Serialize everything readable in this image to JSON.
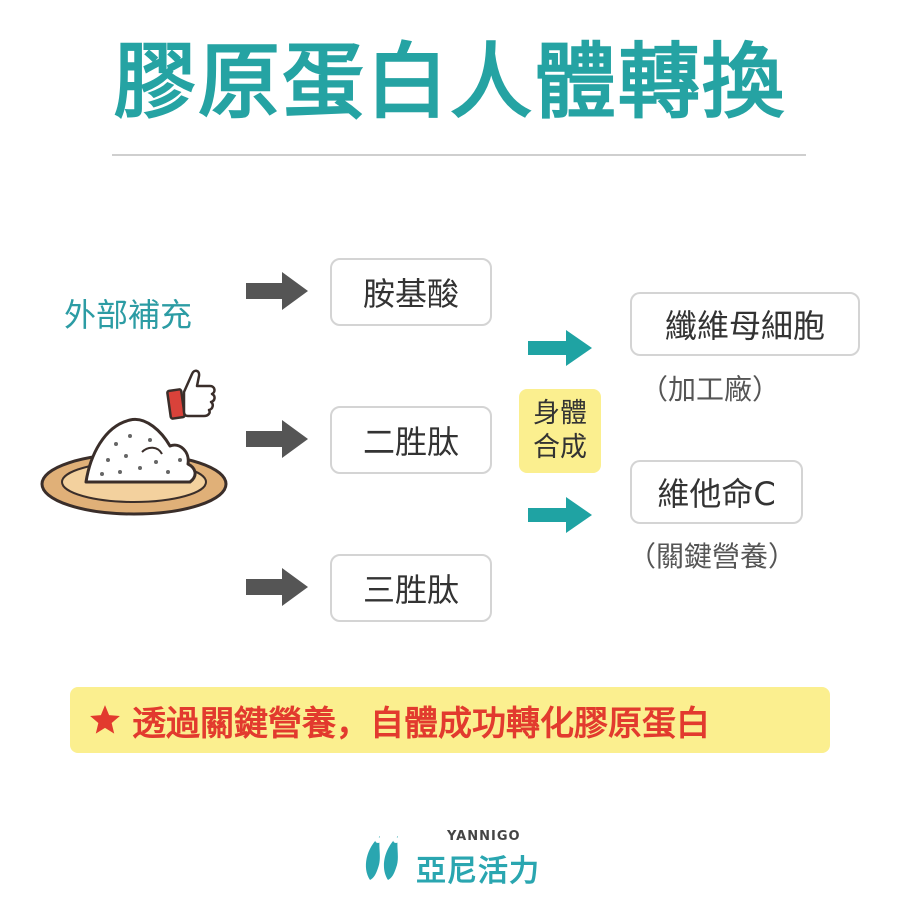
{
  "title": "膠原蛋白人體轉換",
  "source_label": "外部補充",
  "inputs": [
    "胺基酸",
    "二胜肽",
    "三胜肽"
  ],
  "synthesis_label": [
    "身體",
    "合成"
  ],
  "outputs": [
    {
      "label": "纖維母細胞",
      "note": "（加工廠）"
    },
    {
      "label": "維他命C",
      "note": "（關鍵營養）"
    }
  ],
  "banner": "透過關鍵營養，自體成功轉化膠原蛋白",
  "brand": {
    "en": "YANNIGO",
    "zh": "亞尼活力"
  },
  "colors": {
    "title": "#25a3a3",
    "teal_arrow": "#1fa3a3",
    "gray_arrow": "#555555",
    "highlight": "#fbef8f",
    "banner_text": "#e23a2e"
  },
  "icons": [
    "arrow-right-icon",
    "thumbs-up-icon",
    "powder-bowl-icon",
    "star-icon",
    "brand-logo-icon"
  ]
}
